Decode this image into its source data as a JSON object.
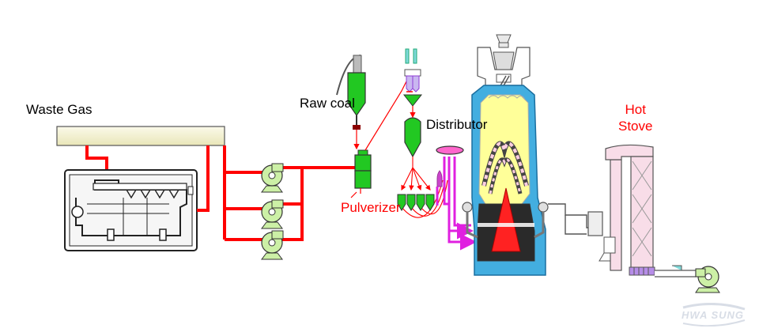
{
  "labels": {
    "waste_gas": "Waste Gas",
    "raw_coal": "Raw coal",
    "distributor": "Distributor",
    "pulverizer": "Pulverizer",
    "hot_stove_line1": "Hot",
    "hot_stove_line2": "Stove"
  },
  "logo": {
    "text": "HWA SUNG"
  },
  "colors": {
    "pipe_red": "#ff0000",
    "injection_magenta": "#e020e0",
    "equipment_green": "#22c822",
    "fan_green": "#ccf0a6",
    "furnace_blue": "#43aee0",
    "furnace_yellow": "#ffff99",
    "raceway_red": "#ff2222",
    "tuyere_pink": "#ffcfe2",
    "stove_pink": "#f8dde8",
    "duct_beige": "#f2f0cf",
    "cyclone_purple": "#8f3dd6",
    "logo_grey": "#d8dde6"
  },
  "icons": [
    "fan-icon",
    "cyclone-icon",
    "blast-furnace-icon",
    "hot-stove-icon",
    "tuyere-icon",
    "distributor-ring-icon"
  ]
}
